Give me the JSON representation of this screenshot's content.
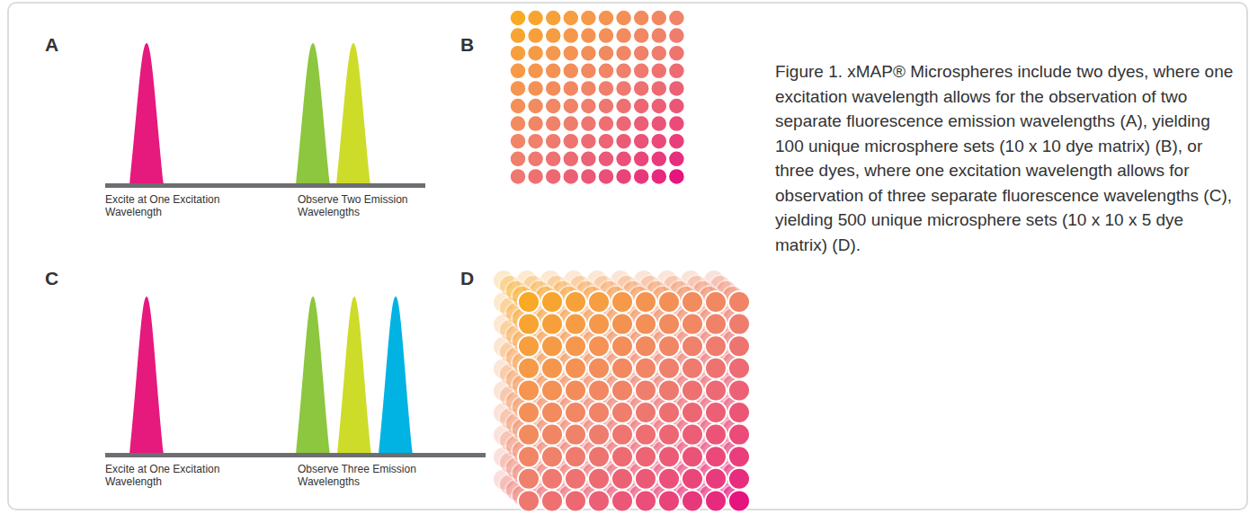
{
  "diagram": {
    "caption": "Figure 1. xMAP® Microspheres include two dyes, where one excitation wavelength allows for the observation of two separate fluorescence emission wavelengths (A), yielding 100 unique microsphere sets (10 x 10 dye matrix) (B), or three dyes, where one excitation wavelength allows for observation of three separate fluorescence wavelengths (C), yielding 500 unique microsphere sets (10 x 10 x 5 dye matrix) (D).",
    "labels": [
      "A",
      "Excite at One Excitation Wavelength",
      "Observe Two Emission Wavelengths",
      "B",
      "C",
      "Excite at One Excitation Wavelength",
      "Observe Three Emission Wavelengths",
      "D"
    ]
  }
}
